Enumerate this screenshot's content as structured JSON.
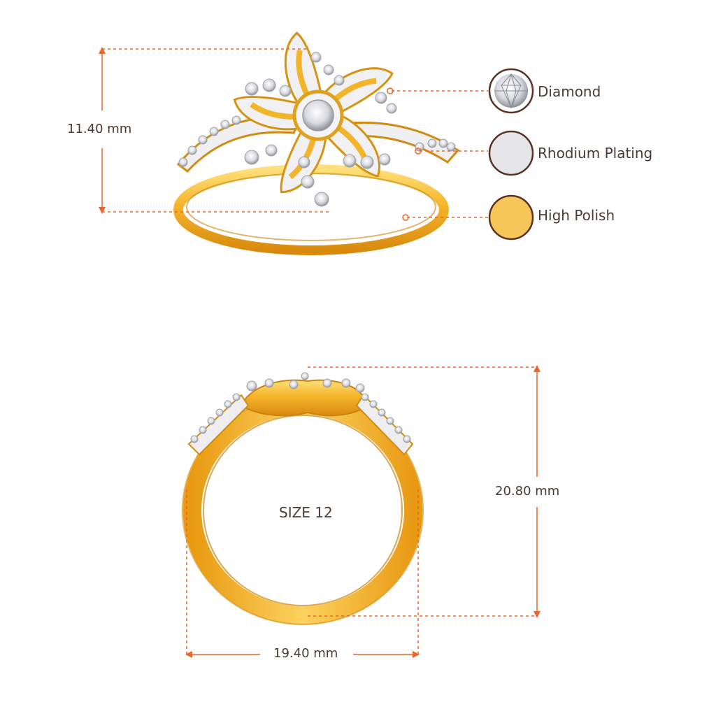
{
  "colors": {
    "accent": "#e8682a",
    "gold": "#f3b42a",
    "gold_dark": "#d98e10",
    "gold_light": "#fdd56a",
    "rhodium": "#e6e6e8",
    "swatch_ring": "#5a3224",
    "text": "#4a3a32"
  },
  "top_view": {
    "height_dimension": "11.40 mm"
  },
  "legend": {
    "items": [
      {
        "label": "Diamond",
        "swatch": "diamond-icon"
      },
      {
        "label": "Rhodium Plating",
        "swatch": "rhodium-swatch"
      },
      {
        "label": "High Polish",
        "swatch": "gold-swatch"
      }
    ]
  },
  "front_view": {
    "size_label": "SIZE 12",
    "height_dimension": "20.80 mm",
    "width_dimension": "19.40 mm"
  }
}
